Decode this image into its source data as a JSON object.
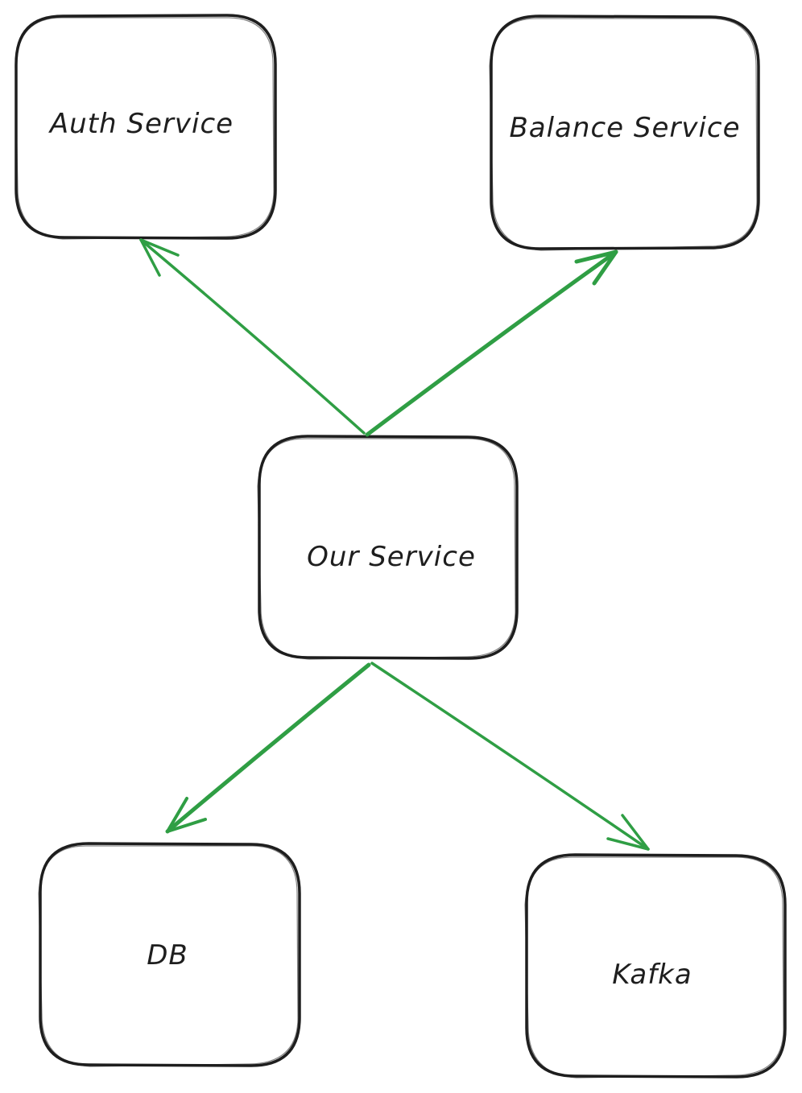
{
  "diagram": {
    "colors": {
      "node_stroke": "#1e1e1e",
      "node_fill": "#ffffff",
      "arrow": "#2f9e44",
      "text": "#1e1e1e",
      "background": "#ffffff"
    },
    "nodes": {
      "auth": {
        "label": "Auth Service"
      },
      "balance": {
        "label": "Balance Service"
      },
      "our": {
        "label": "Our Service"
      },
      "db": {
        "label": "DB"
      },
      "kafka": {
        "label": "Kafka"
      }
    },
    "edges": [
      {
        "from": "our",
        "to": "auth"
      },
      {
        "from": "our",
        "to": "balance"
      },
      {
        "from": "our",
        "to": "db"
      },
      {
        "from": "our",
        "to": "kafka"
      }
    ]
  }
}
